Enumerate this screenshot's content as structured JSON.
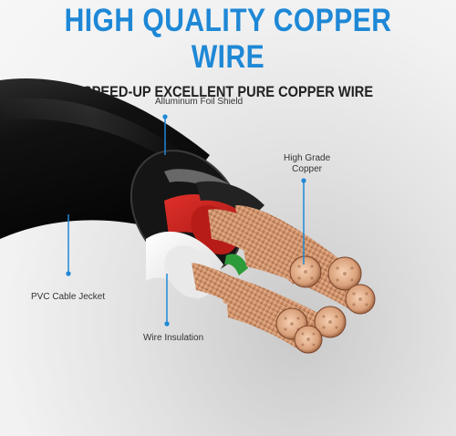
{
  "header": {
    "title": "HIGH QUALITY COPPER WIRE",
    "subtitle": "SPEED-UP EXCELLENT PURE COPPER WIRE"
  },
  "callouts": {
    "foil_shield": "Alluminum Foil Shield",
    "copper_line1": "High Grade",
    "copper_line2": "Copper",
    "jacket": "PVC Cable Jecket",
    "insulation": "Wire Insulation"
  },
  "colors": {
    "accent": "#1e88d6",
    "jacket": "#1a1a1a",
    "copper": "#d79a72",
    "red_insulation": "#c8201c",
    "white_insulation": "#f0f0f0"
  }
}
